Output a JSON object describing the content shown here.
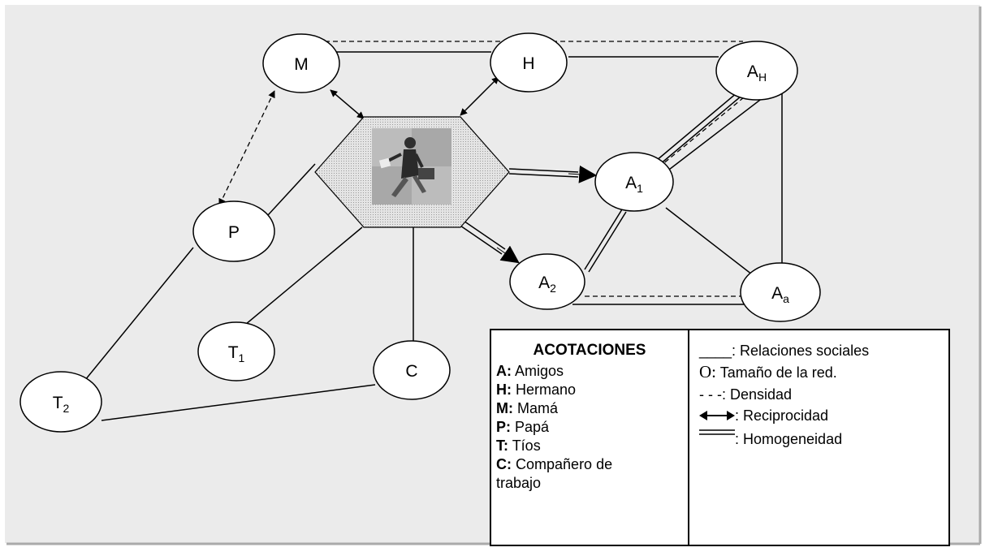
{
  "nodes": {
    "M": {
      "label": "M",
      "sub": ""
    },
    "H": {
      "label": "H",
      "sub": ""
    },
    "AH": {
      "label": "A",
      "sub": "H"
    },
    "A1": {
      "label": "A",
      "sub": "1"
    },
    "A2": {
      "label": "A",
      "sub": "2"
    },
    "Aa": {
      "label": "A",
      "sub": "a"
    },
    "P": {
      "label": "P",
      "sub": ""
    },
    "T1": {
      "label": "T",
      "sub": "1"
    },
    "T2": {
      "label": "T",
      "sub": "2"
    },
    "C": {
      "label": "C",
      "sub": ""
    }
  },
  "legend": {
    "title": "ACOTACIONES",
    "abbreviations": [
      {
        "key": "A:",
        "text": "Amigos"
      },
      {
        "key": "H:",
        "text": "Hermano"
      },
      {
        "key": "M:",
        "text": "Mamá"
      },
      {
        "key": "P:",
        "text": "Papá"
      },
      {
        "key": "T:",
        "text": "Tíos"
      },
      {
        "key": "C:",
        "text": "Compañero de"
      }
    ],
    "abbreviation_continuation": "trabajo",
    "symbols": [
      {
        "symbol": "____",
        "text": ": Relaciones sociales"
      },
      {
        "symbol": "O:",
        "text": "Tamaño de  la red."
      },
      {
        "symbol": "- - -",
        "text": ": Densidad"
      },
      {
        "symbol": "double-arrow-icon",
        "text": ": Reciprocidad"
      },
      {
        "symbol": "double-line-icon",
        "text": ": Homogeneidad"
      }
    ]
  },
  "colors": {
    "panel": "#ebebeb",
    "hexagon": "#d6d6d6",
    "stroke": "#000000"
  }
}
